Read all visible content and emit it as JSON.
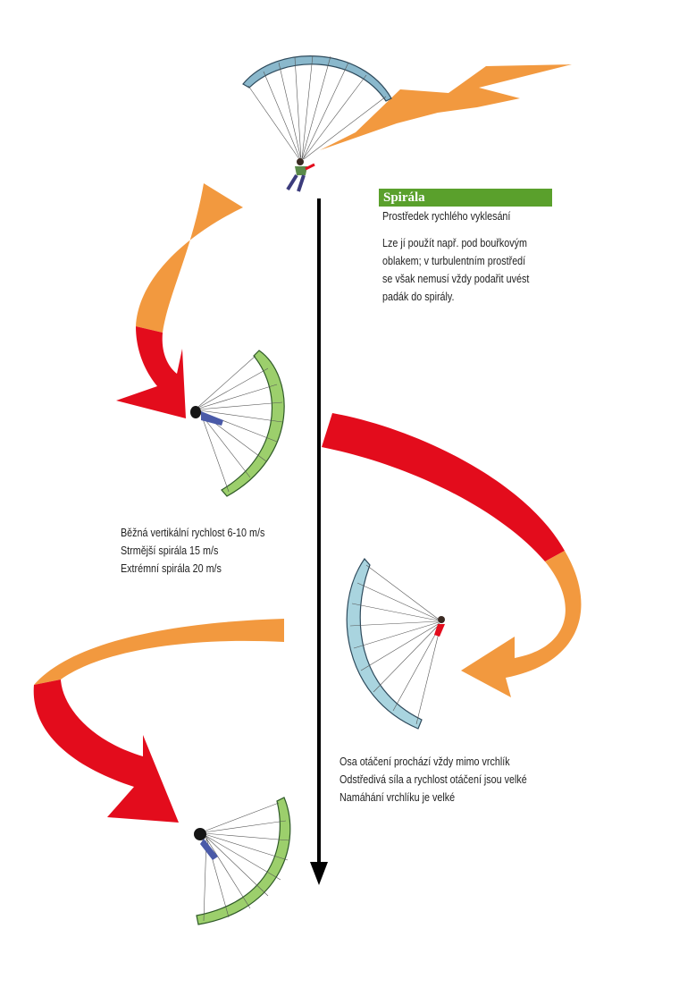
{
  "info_box": {
    "title": "Spirála",
    "subtitle": "Prostředek rychlého vyklesání",
    "description_lines": [
      "Lze jí použít např. pod bouřkovým",
      "oblakem; v turbulentním prostředí",
      "se však nemusí vždy podařit uvést",
      "padák do spirály."
    ]
  },
  "speeds": [
    "Běžná vertikální rychlost 6-10 m/s",
    "Strmější spirála 15 m/s",
    "Extrémní spirála 20 m/s"
  ],
  "notes": [
    "Osa otáčení prochází vždy mimo vrchlík",
    "Odstředivá síla a rychlost otáčení jsou velké",
    "Namáhání vrchlíku je velké"
  ],
  "colors": {
    "axis": "#000000",
    "arrow_orange": "#f2993f",
    "arrow_red": "#e30c1c",
    "title_bg": "#5aa02c",
    "canopy_green": "#9ccf6c",
    "canopy_blue": "#a9d4df",
    "canopy_top": "#8ab8cc"
  }
}
